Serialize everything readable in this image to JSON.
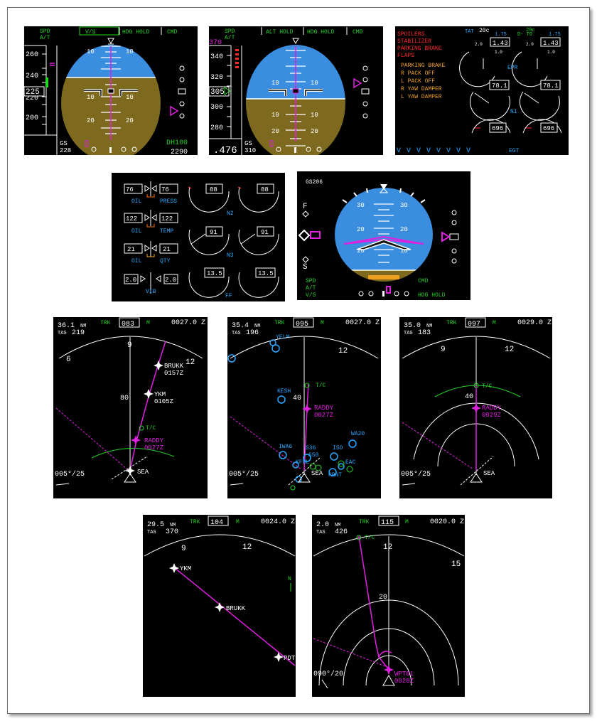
{
  "pfd1": {
    "fma": [
      "SPD",
      "A/T",
      "V/S",
      "HDG HOLD",
      "CMD"
    ],
    "speed_ticks": [
      "260",
      "240",
      "220",
      "200"
    ],
    "speed_current": "225",
    "pitch_labels": [
      "10",
      "10",
      "10",
      "10",
      "20",
      "20"
    ],
    "gs_label": "GS",
    "gs_value": "228",
    "dh": "DH100",
    "alt": "2290"
  },
  "pfd2": {
    "fma": [
      "SPD",
      "A/T",
      "ALT HOLD",
      "HDG HOLD",
      "CMD"
    ],
    "speed_ticks": [
      "340",
      "320",
      "300",
      "280"
    ],
    "speed_current": "305",
    "speed_target": "370",
    "pitch_labels": [
      "10",
      "10",
      "10",
      "10",
      "20",
      "20"
    ],
    "mach": ".476",
    "gs_label": "GS",
    "gs_value": "310"
  },
  "eicas": {
    "alerts_red": [
      "SPOILERS",
      "STABILIZER",
      "PARKING BRAKE",
      "FLAPS"
    ],
    "alerts_amber": [
      "PARKING BRAKE",
      "R PACK OFF",
      "L PACK OFF",
      "R YAW DAMPER",
      "L YAW DAMPER"
    ],
    "tat_label": "TAT",
    "tat": "20c",
    "temp2": "29c",
    "ref1": "1.75",
    "ref2": "1.75",
    "dto": "D- TO",
    "epr": [
      "1.43",
      "1.43"
    ],
    "scale": [
      "2.0",
      "1.0",
      "2.0",
      "1.0"
    ],
    "epr_label": "EPR",
    "n1": [
      "78.1",
      "78.1"
    ],
    "n1_label": "N1",
    "egt": [
      "696",
      "696"
    ],
    "egt_label": "EGT",
    "chevrons": [
      "V",
      "V",
      "V",
      "V",
      "V",
      "V",
      "V",
      "V"
    ]
  },
  "lower_eicas": {
    "oil_press": [
      "76",
      "76"
    ],
    "oil_temp": [
      "122",
      "122"
    ],
    "oil_qty": [
      "21",
      "21"
    ],
    "vib": [
      "2.0",
      "2.0"
    ],
    "labels": [
      "OIL",
      "PRESS",
      "OIL",
      "TEMP",
      "OIL",
      "QTY",
      "VIB"
    ],
    "n2": [
      "88",
      "88"
    ],
    "n2_label": "N2",
    "n3": [
      "91",
      "91"
    ],
    "n3_label": "N3",
    "ff": [
      "13.5",
      "13.5"
    ],
    "ff_label": "FF"
  },
  "adi": {
    "gs": "GS206",
    "pitch_labels": [
      "30",
      "30",
      "20",
      "20",
      "10",
      "10"
    ],
    "markers": [
      "F",
      "S"
    ],
    "fma": [
      "SPD",
      "A/T",
      "V/S",
      "CMD",
      "HDG HOLD"
    ]
  },
  "nd1": {
    "dist": "36.1",
    "nm": "NM",
    "tas_label": "TAS",
    "tas": "219",
    "trk": "TRK",
    "hdg": "083",
    "m": "M",
    "time": "0027.0 Z",
    "arc": [
      "6",
      "9",
      "12"
    ],
    "range": "80",
    "wpts": [
      [
        "BRUKK",
        "0157Z"
      ],
      [
        "YKM",
        "0105Z"
      ],
      [
        "RADDY",
        "0027Z"
      ]
    ],
    "tc": "T/C",
    "apt": "SEA",
    "wind": "005°/25"
  },
  "nd2": {
    "dist": "35.4",
    "nm": "NM",
    "tas_label": "TAS",
    "tas": "196",
    "trk": "TRK",
    "hdg": "095",
    "m": "M",
    "time": "0027.0 Z",
    "arc": [
      "12"
    ],
    "range": "40",
    "wpts": [
      [
        "RADDY",
        "0027Z"
      ]
    ],
    "tc": "T/C",
    "apt": "SEA",
    "wind": "005°/25",
    "navaids": [
      "KESH",
      "IWA6",
      "S36",
      "S50",
      "WA20",
      "ISO",
      "KFNL",
      "KRNT",
      "YELM",
      "EAC"
    ]
  },
  "nd3": {
    "dist": "35.0",
    "nm": "NM",
    "tas_label": "TAS",
    "tas": "183",
    "trk": "TRK",
    "hdg": "097",
    "m": "M",
    "time": "0029.0 Z",
    "arc": [
      "9",
      "12"
    ],
    "range": "40",
    "wpts": [
      [
        "RADDY",
        "0029Z"
      ]
    ],
    "tc": "T/C",
    "apt": "SEA",
    "wind": "005°/25"
  },
  "nd4": {
    "dist": "29.5",
    "nm": "NM",
    "tas_label": "TAS",
    "tas": "370",
    "trk": "TRK",
    "hdg": "104",
    "m": "M",
    "time": "0024.0 Z",
    "arc": [
      "9",
      "12"
    ],
    "wpts": [
      [
        "YKM"
      ],
      [
        "BRUKK"
      ],
      [
        "PDT"
      ]
    ],
    "north": "N"
  },
  "nd5": {
    "dist": "2.0",
    "nm": "NM",
    "tas_label": "TAS",
    "tas": "426",
    "trk": "TRK",
    "hdg": "115",
    "m": "M",
    "time": "0020.0 Z",
    "arc": [
      "12",
      "15"
    ],
    "range": "20",
    "tc": "T/C",
    "wpts": [
      [
        "WPT01",
        "0020Z"
      ]
    ],
    "wind": "090°/20"
  }
}
